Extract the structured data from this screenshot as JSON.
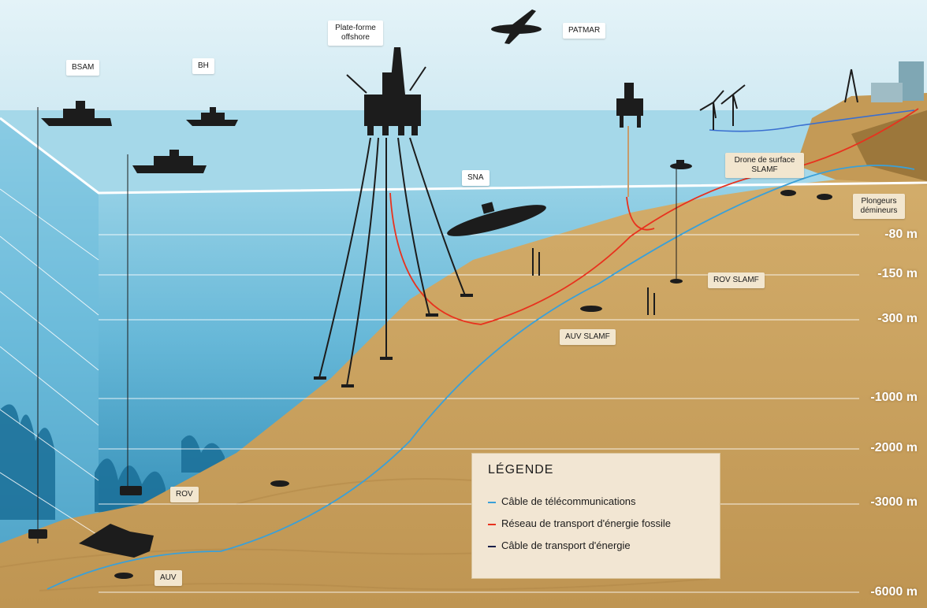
{
  "labels": {
    "bsam": "BSAM",
    "bh": "BH",
    "platform_line1": "Plate-forme",
    "platform_line2": "offshore",
    "patmar": "PATMAR",
    "sna": "SNA",
    "drone_line1": "Drone de surface",
    "drone_line2": "SLAMF",
    "plongeurs_line1": "Plongeurs",
    "plongeurs_line2": "démineurs",
    "rov_slamf": "ROV SLAMF",
    "auv_slamf": "AUV SLAMF",
    "rov": "ROV",
    "auv": "AUV"
  },
  "depths": [
    "-80 m",
    "-150 m",
    "-300 m",
    "-1000 m",
    "-2000 m",
    "-3000 m",
    "-6000 m"
  ],
  "legend": {
    "title": "LÉGENDE",
    "items": [
      {
        "label": "Câble de télécommunications",
        "color": "#3aa0d8"
      },
      {
        "label": "Réseau de transport d'énergie fossile",
        "color": "#e8321e"
      },
      {
        "label": "Câble de transport d'énergie",
        "color": "#1a1f4a"
      }
    ]
  },
  "colors": {
    "sky": "#d6edf4",
    "sea_surface": "#9ed6e8",
    "sea_deep": "#2f8fb8",
    "seabed": "#c9a25f",
    "seabed_dark": "#a8823f",
    "silhouette": "#1c1c1c"
  }
}
